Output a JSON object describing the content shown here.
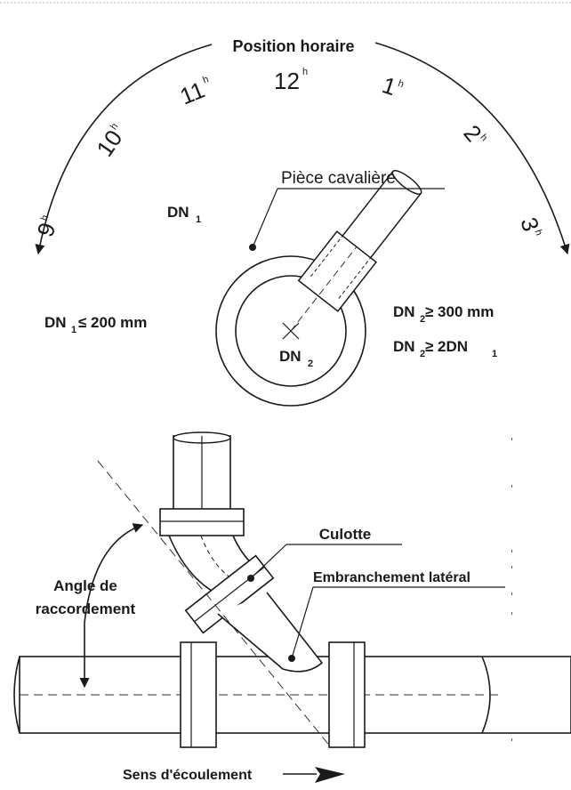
{
  "top": {
    "title": "Position horaire",
    "clock": {
      "marks": [
        {
          "num": "9",
          "sup": "h"
        },
        {
          "num": "10",
          "sup": "h"
        },
        {
          "num": "11",
          "sup": "h"
        },
        {
          "num": "12",
          "sup": "h"
        },
        {
          "num": "1",
          "sup": "h"
        },
        {
          "num": "2",
          "sup": "h"
        },
        {
          "num": "3",
          "sup": "h"
        }
      ]
    },
    "piece_label": "Pièce cavalière",
    "dn1_inner": {
      "main": "DN",
      "sub": "1"
    },
    "dn2_inner": {
      "main": "DN",
      "sub": "2"
    },
    "left_cond": {
      "main": "DN",
      "sub": "1",
      "rest": "≤ 200 mm"
    },
    "right_cond_1": {
      "main": "DN",
      "sub": "2",
      "rest": " ≥ 300 mm"
    },
    "right_cond_2": {
      "main": "DN",
      "sub": "2",
      "rest": " ≥ 2DN",
      "sub2": "1"
    }
  },
  "bottom": {
    "culotte_label": "Culotte",
    "embranchement_label": "Embranchement latéral",
    "angle_label_1": "Angle de",
    "angle_label_2": "raccordement",
    "flow_label": "Sens d'écoulement"
  },
  "colors": {
    "ink": "#1a1a1a",
    "paper": "#ffffff",
    "dash": "#333333"
  }
}
